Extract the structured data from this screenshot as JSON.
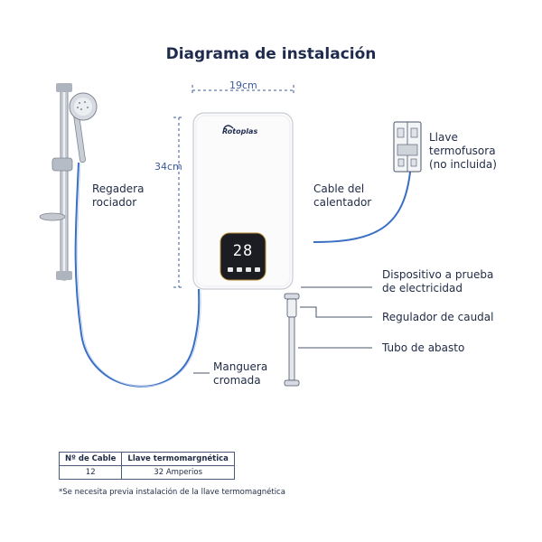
{
  "title": "Diagrama de instalación",
  "dimensions": {
    "width": "19cm",
    "height": "34cm"
  },
  "brand": "Rotoplas",
  "display_value": "28",
  "labels": {
    "shower": [
      "Regadera",
      "rociador"
    ],
    "breaker": [
      "Llave",
      "termofusora",
      "(no incluida)"
    ],
    "cable": [
      "Cable del",
      "calentador"
    ],
    "device": [
      "Dispositivo a prueba",
      "de electricidad"
    ],
    "regulator": "Regulador de caudal",
    "supply": "Tubo de abasto",
    "hose": [
      "Manguera",
      "cromada"
    ]
  },
  "table": {
    "headers": [
      "Nº de Cable",
      "Llave termomargnética"
    ],
    "rows": [
      [
        "12",
        "32 Amperios"
      ]
    ]
  },
  "note": "*Se necesita previa instalación de la llave termomagnética",
  "colors": {
    "title": "#1e2b4d",
    "hose": "#3a6fc4",
    "line": "#1f2a44"
  }
}
